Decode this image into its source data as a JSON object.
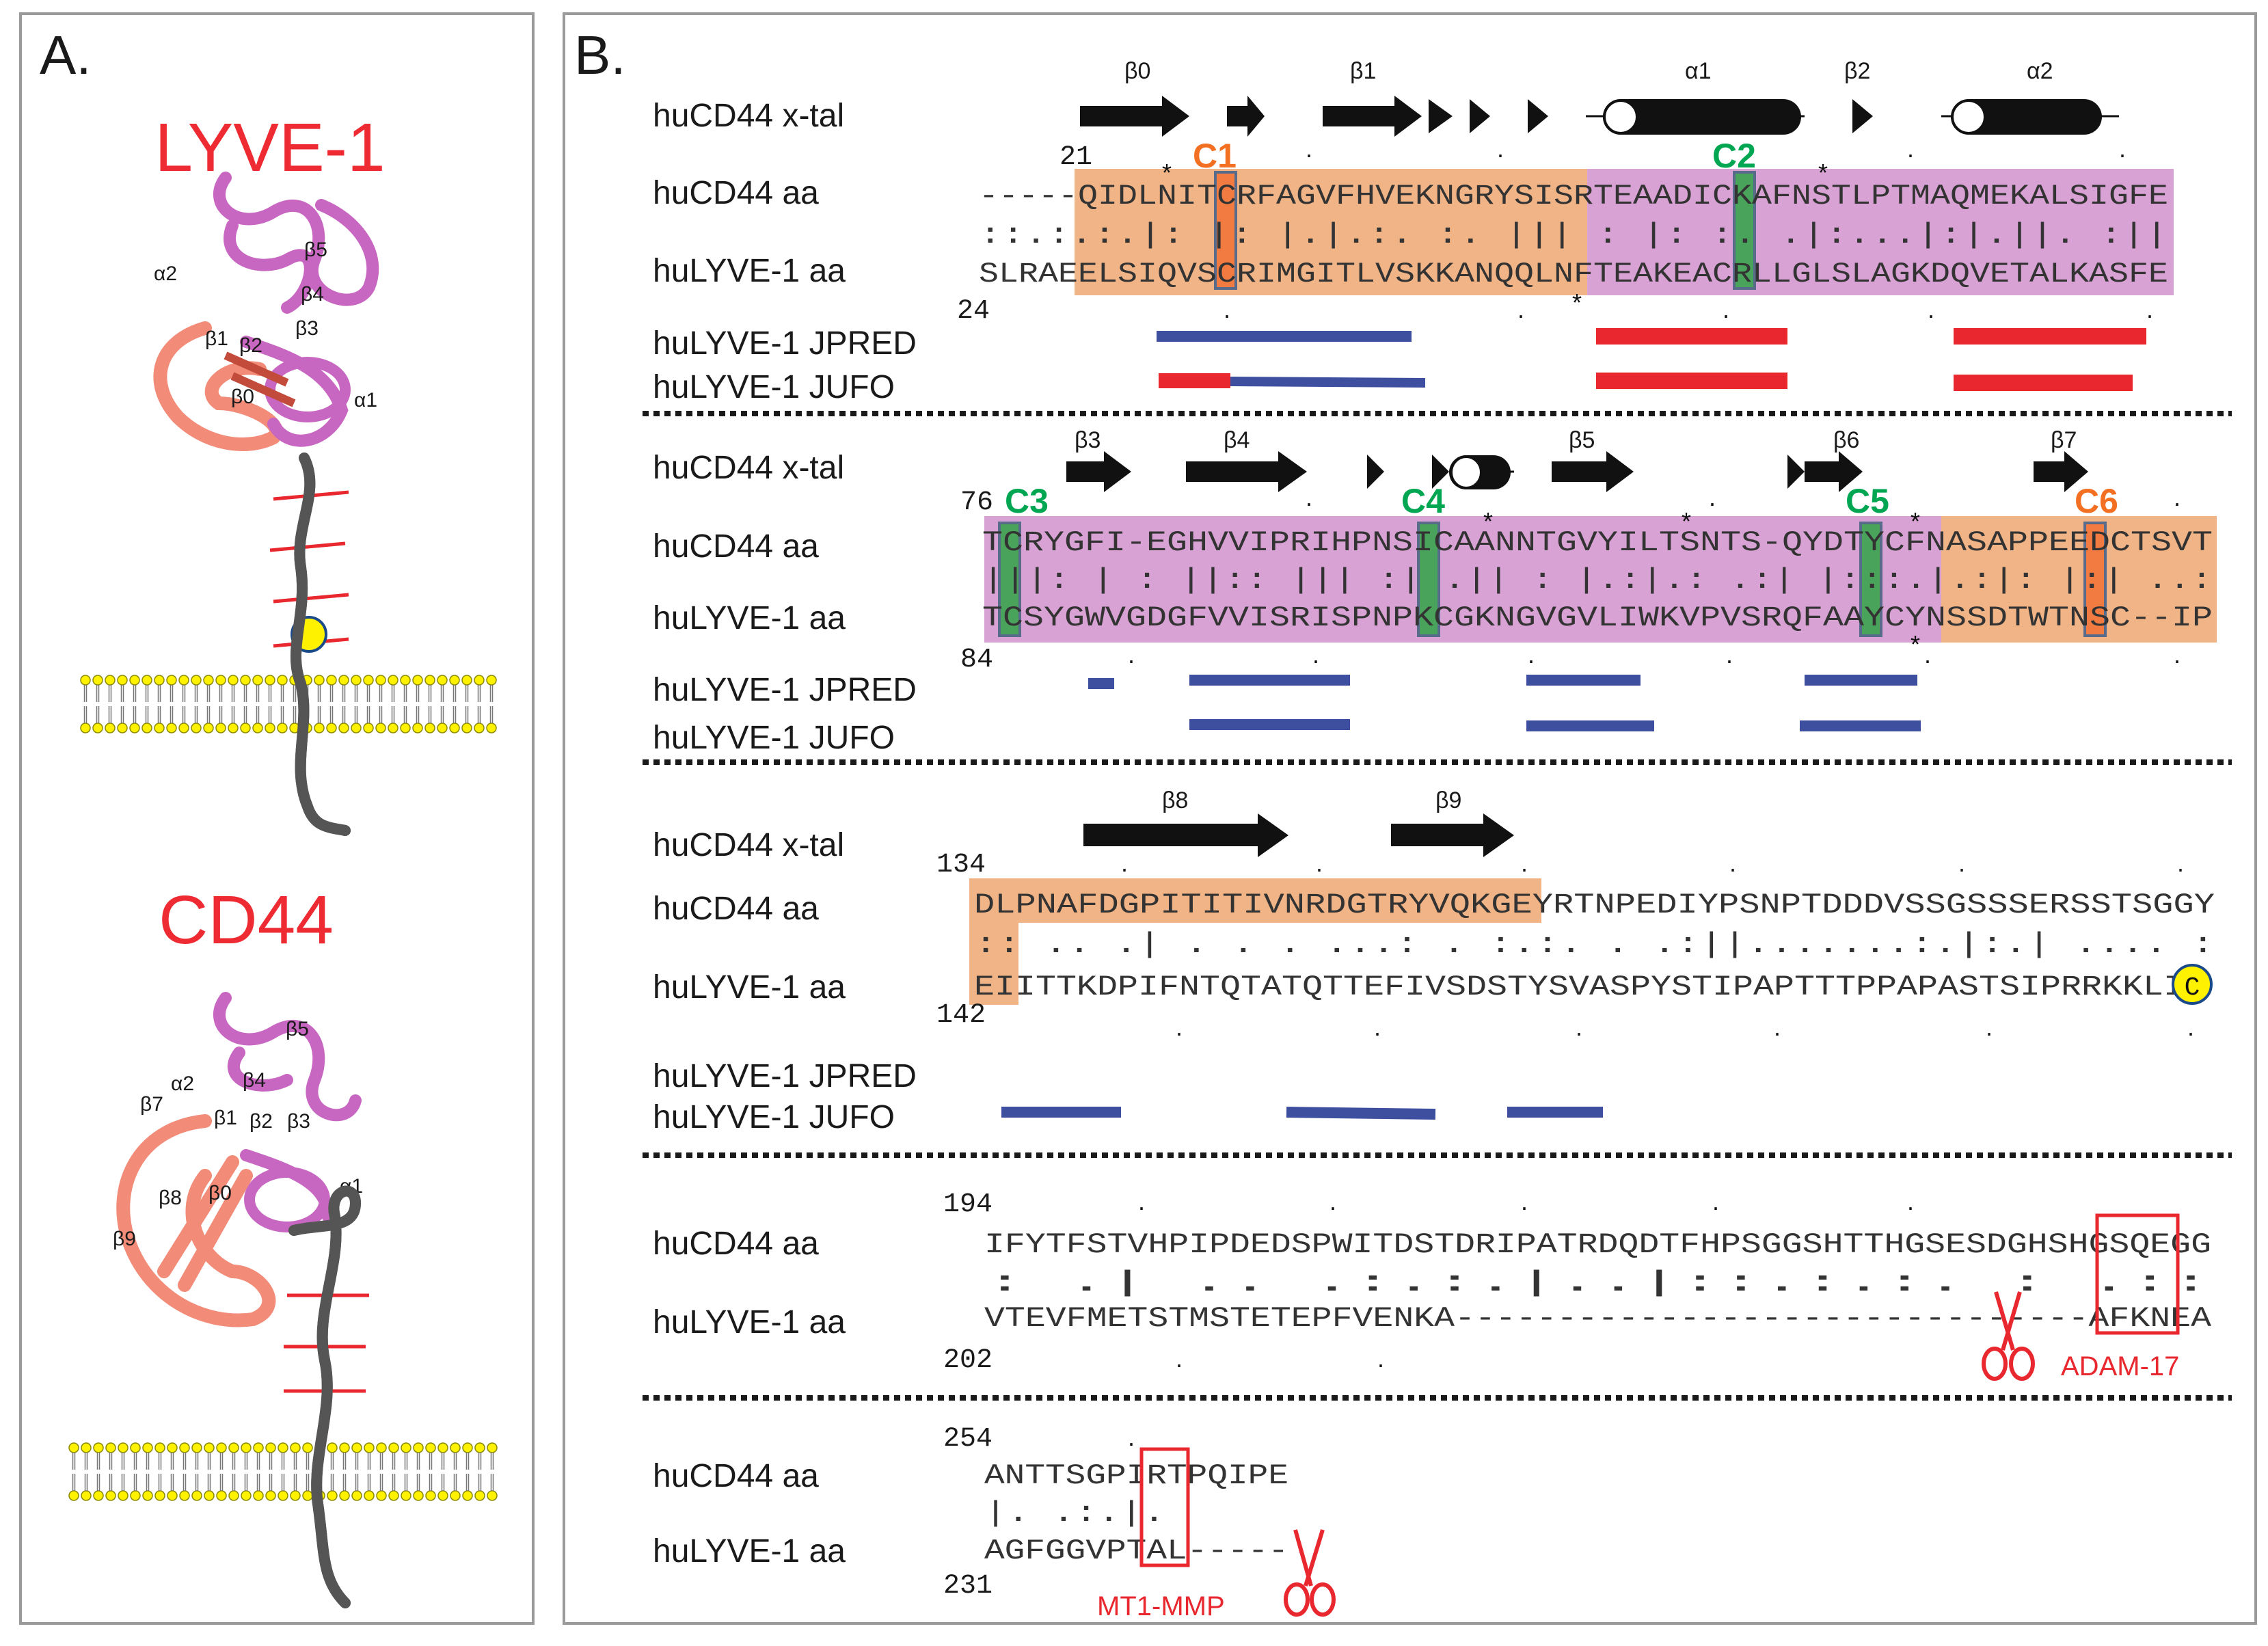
{
  "panels": {
    "a": {
      "label": "A.",
      "proteins": [
        {
          "name": "LYVE-1"
        },
        {
          "name": "CD44"
        }
      ],
      "lyve_labels": [
        "α2",
        "β5",
        "β4",
        "β3",
        "β1",
        "β2",
        "β0",
        "α1"
      ],
      "cd44_labels": [
        "α2",
        "β5",
        "β4",
        "β7",
        "β3",
        "β1",
        "β2",
        "α1",
        "β8",
        "β0",
        "β9"
      ]
    },
    "b": {
      "label": "B."
    }
  },
  "colors": {
    "orange": "#f1b486",
    "purple": "#d9a2d4",
    "green": "#4aa35a",
    "accent_green": "#00a651",
    "accent_orange": "#f36f21",
    "red": "#e8272e",
    "blue": "#3f4fa0",
    "yellow": "#fff200"
  },
  "rows": {
    "xtal": "huCD44 x-tal",
    "cd44": "huCD44 aa",
    "lyve": "huLYVE-1 aa",
    "jpred": "huLYVE-1 JPRED",
    "jufo": "huLYVE-1 JUFO"
  },
  "block1": {
    "cd44_start": "21",
    "lyve_start": "24",
    "cd44_seq": "-----QIDLNITCRFAGVFHVEKNGRYSISRTEAADICKAFNSTLPTMAQMEKALSIGFE",
    "match": "     ::.:.:.|: |:  |.|.:.  :.  |||  : |: :.  .|:...|:|.||. :||",
    "lyve_seq": "SLRAEELSIQVSCRIMGITLVSKKANQQLNFTEAKEACRLLGLSLAGKDQVETALKASFE",
    "ss": [
      "β0",
      "β1",
      "α1",
      "β2",
      "α2"
    ],
    "cys": [
      "C1",
      "C2"
    ]
  },
  "block2": {
    "cd44_start": "76",
    "lyve_start": "84",
    "cd44_seq": "TCRYGFI-EGHVVIPRIHPNSICAANNTGVYILTSNTS-QYDTYCFNASAPPEEDCTSVT",
    "match": "|||:  |  : ||:: ||| :| .|| :   |.:|.:  .:|  |:::.|.:|: |:|  ..:",
    "lyve_seq": "TCSYGWVGDGFVVISRISPNPKCGKNGVGVLIWKVPVSRQFAAYCYNSSDTWTNSC--IP",
    "ss": [
      "β3",
      "β4",
      "β5",
      "β6",
      "β7"
    ],
    "cys": [
      "C3",
      "C4",
      "C5",
      "C6"
    ]
  },
  "block3": {
    "cd44_start": "134",
    "lyve_start": "142",
    "cd44_seq": "DLPNAFDGPITITIVNRDGTRYVQKGEYRTNPEDIYPSNPTDDDVSSGSSSERSSTSGGY",
    "match": ":: ..  .|  .  .  .   ...:  .  :.:.        .  .:||.......:.|:.|    ....  :",
    "lyve_seq": "EIITTKDPIFNTQTATQTTEFIVSDSTYSVASPYSTIPAPTTTPPAPASTSIPRRKKLI",
    "ss": [
      "β8",
      "β9"
    ],
    "yc": "C"
  },
  "block4": {
    "cd44_start": "194",
    "lyve_start": "202",
    "cd44_seq": "IFYTFSTVHPIPDEDSPWITDSTDRIPATRDQDTFHPSGGSHTTHGSESDGHSHGSQEGG",
    "match": ":  .|  ..  .:.:.|..|::.:.:.                                 : .::",
    "lyve_seq": "VTEVFMETSTMSTETEPFVENKA-------------------------------AFKNEA",
    "protease": "ADAM-17"
  },
  "block5": {
    "cd44_start": "254",
    "lyve_start": "231",
    "cd44_seq": "ANTTSGPIRTPQIPE",
    "match": "|.  .:.|.",
    "lyve_seq": "AGFGGVPTAL-----",
    "protease": "MT1-MMP"
  }
}
